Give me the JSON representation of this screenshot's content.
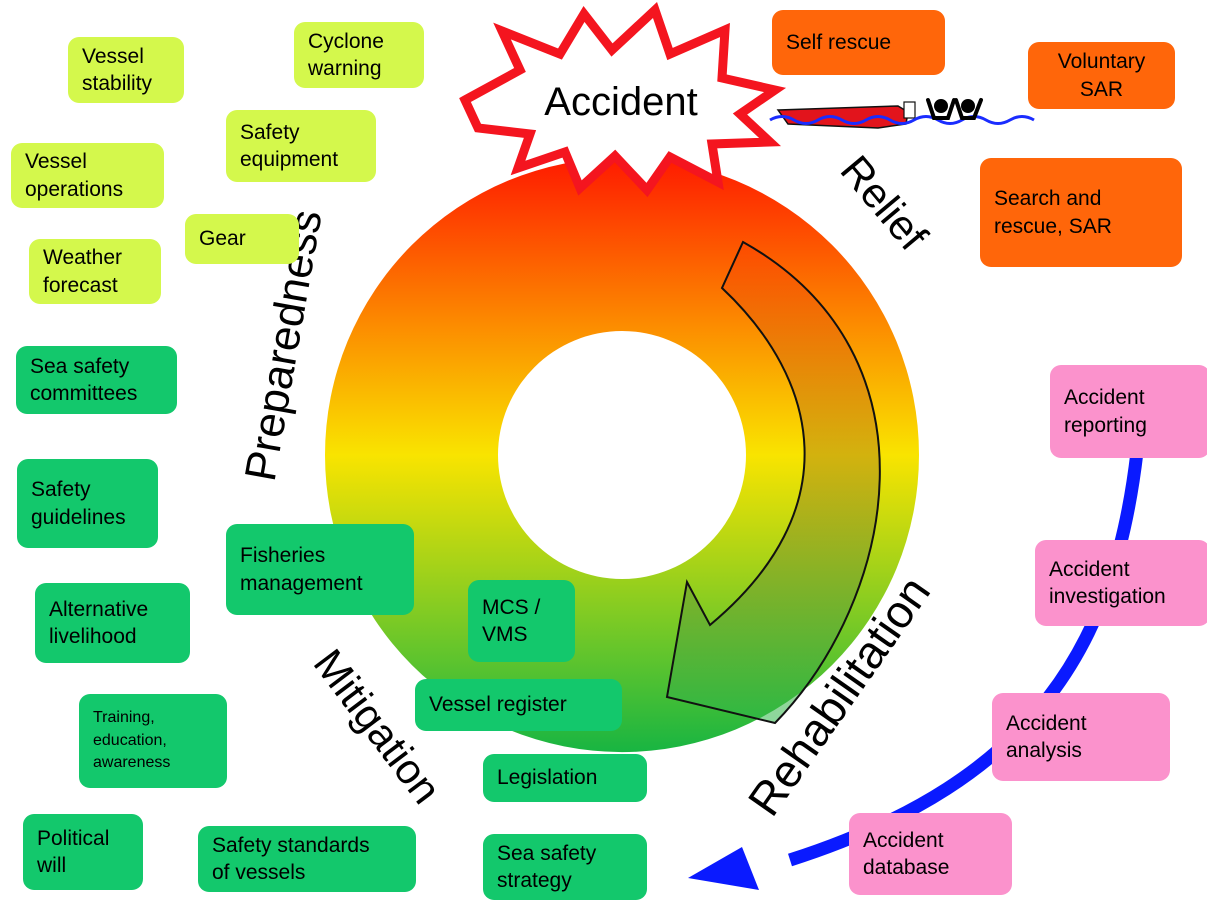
{
  "title": "Accident",
  "colors": {
    "preparedness": "#d4f84c",
    "mitigation": "#13c86c",
    "relief": "#ff660a",
    "rehabilitation": "#fb92cc",
    "blue_arrow": "#0a1aff",
    "burst": "#f4151f",
    "water": "#1a2cff",
    "boat": "#e2141c",
    "ring_top": "#ff1a00",
    "ring_middle": "#f9e400",
    "ring_bottom": "#18b542"
  },
  "phases": {
    "preparedness": "Preparedness",
    "relief": "Relief",
    "rehabilitation": "Rehabilitation",
    "mitigation": "Mitigation"
  },
  "preparedness_items": [
    "Vessel\nstability",
    "Cyclone\nwarning",
    "Safety\nequipment",
    "Vessel\noperations",
    "Gear",
    "Weather\nforecast"
  ],
  "mitigation_items": [
    "Sea safety\ncommittees",
    "Safety\nguidelines",
    "Fisheries\nmanagement",
    "Alternative\nlivelihood",
    "MCS /\nVMS",
    "Vessel register",
    "Training,\neducation,\nawareness",
    "Legislation",
    "Political\nwill",
    "Safety standards\nof vessels",
    "Sea safety\nstrategy"
  ],
  "relief_items": [
    "Self rescue",
    "Voluntary\nSAR",
    "Search and\nrescue, SAR"
  ],
  "rehabilitation_items": [
    "Accident\nreporting",
    "Accident\ninvestigation",
    "Accident\nanalysis",
    "Accident\ndatabase"
  ]
}
